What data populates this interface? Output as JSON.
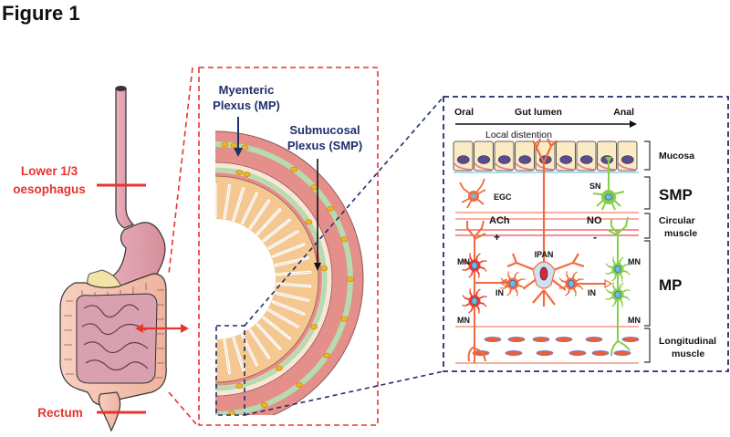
{
  "figure": {
    "title": "Figure 1"
  },
  "anatomy": {
    "labels": {
      "oesophagus_line1": "Lower 1/3",
      "oesophagus_line2": "oesophagus",
      "rectum": "Rectum"
    }
  },
  "cross_section": {
    "labels": {
      "mp_line1": "Myenteric",
      "mp_line2": "Plexus (MP)",
      "smp_line1": "Submucosal",
      "smp_line2": "Plexus (SMP)"
    }
  },
  "circuit": {
    "axis": {
      "oral": "Oral",
      "lumen": "Gut lumen",
      "anal": "Anal",
      "stimulus": "Local distention"
    },
    "cells": {
      "egc": "EGC",
      "sn": "SN",
      "ach": "ACh",
      "no": "NO",
      "plus": "+",
      "minus": "-",
      "ipan": "IPAN",
      "mn_left_top": "MN",
      "mn_right_top": "MN",
      "in_left": "IN",
      "in_right": "IN",
      "mn_left_bottom": "MN",
      "mn_right_bottom": "MN"
    },
    "layers": {
      "mucosa": "Mucosa",
      "smp": "SMP",
      "circular_1": "Circular",
      "circular_2": "muscle",
      "mp": "MP",
      "longitudinal_1": "Longitudinal",
      "longitudinal_2": "muscle"
    },
    "mucosa_cell_count": 9
  },
  "colors": {
    "red_annotation": "#e8332e",
    "navy": "#1f2f6b",
    "excitatory_neuron": "#f26a3d",
    "inhibitory_neuron": "#86cf45",
    "muscle": "#e8897e",
    "mucosa_cell": "#fbebc4",
    "nucleus": "#5a4d8c"
  }
}
